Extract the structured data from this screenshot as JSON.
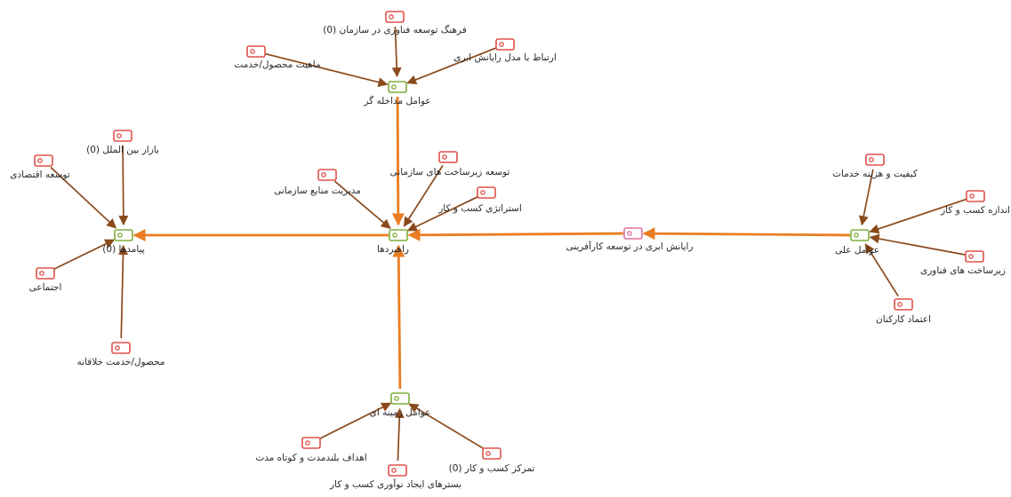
{
  "colors": {
    "code_red": "#e0504a",
    "code_green": "#7fae3d",
    "code_pink": "#e070a0",
    "arrow_brown": "#8a4a1c",
    "arrow_orange": "#ea7d22"
  },
  "nodes": {
    "n_culture": {
      "label": "فرهنگ توسعه فناوری در سازمان (0)",
      "type": "red",
      "icon": "code-icon"
    },
    "n_cloud_link": {
      "label": "ارتباط با مدل رایانش ابری",
      "type": "red",
      "icon": "code-icon"
    },
    "n_product_nature": {
      "label": "ماهیت محصول/خدمت",
      "type": "red",
      "icon": "code-icon"
    },
    "n_intervening": {
      "label": "عوامل مداخله گر",
      "type": "green",
      "icon": "category-icon"
    },
    "n_global_market": {
      "label": "بازار بین الملل (0)",
      "type": "red",
      "icon": "code-icon"
    },
    "n_econ_dev": {
      "label": "توسعه اقتصادی",
      "type": "red",
      "icon": "code-icon"
    },
    "n_outcomes": {
      "label": "پیامدها (0)",
      "type": "green",
      "icon": "category-icon"
    },
    "n_social": {
      "label": "اجتماعی",
      "type": "red",
      "icon": "code-icon"
    },
    "n_creative": {
      "label": "محصول/خدمت خلاقانه",
      "type": "red",
      "icon": "code-icon"
    },
    "n_infra_org": {
      "label": "توسعه زیرساخت های سازمانی",
      "type": "red",
      "icon": "code-icon"
    },
    "n_hr_mgmt": {
      "label": "مدیریت منابع سازمانی",
      "type": "red",
      "icon": "code-icon"
    },
    "n_biz_strategy": {
      "label": "استراتژی کسب و کار",
      "type": "red",
      "icon": "code-icon"
    },
    "n_strategies": {
      "label": "راهبردها",
      "type": "green",
      "icon": "category-icon"
    },
    "n_cloud_core": {
      "label": "رایانش ابری در توسعه کارآفرینی",
      "type": "pink",
      "icon": "core-icon"
    },
    "n_quality": {
      "label": "کیفیت و هزینه خدمات",
      "type": "red",
      "icon": "code-icon"
    },
    "n_biz_size": {
      "label": "اندازه کسب و کار",
      "type": "red",
      "icon": "code-icon"
    },
    "n_causal": {
      "label": "عوامل علی",
      "type": "green",
      "icon": "category-icon"
    },
    "n_tech_infra": {
      "label": "زیرساخت های فناوری",
      "type": "red",
      "icon": "code-icon"
    },
    "n_trust": {
      "label": "اعتماد کارکنان",
      "type": "red",
      "icon": "code-icon"
    },
    "n_context": {
      "label": "عوامل زمینه ای",
      "type": "green",
      "icon": "category-icon"
    },
    "n_long_short": {
      "label": "اهداف بلندمدت و کوتاه مدت",
      "type": "red",
      "icon": "code-icon"
    },
    "n_innovation": {
      "label": "بسترهای ایجاد نوآوری کسب و کار",
      "type": "red",
      "icon": "code-icon"
    },
    "n_biz_focus": {
      "label": "تمرکز کسب و کار (0)",
      "type": "red",
      "icon": "code-icon"
    }
  },
  "edges": [
    {
      "from": "n_culture",
      "to": "n_intervening",
      "style": "thin"
    },
    {
      "from": "n_cloud_link",
      "to": "n_intervening",
      "style": "thin"
    },
    {
      "from": "n_product_nature",
      "to": "n_intervening",
      "style": "thin"
    },
    {
      "from": "n_intervening",
      "to": "n_strategies",
      "style": "thick"
    },
    {
      "from": "n_global_market",
      "to": "n_outcomes",
      "style": "thin"
    },
    {
      "from": "n_econ_dev",
      "to": "n_outcomes",
      "style": "thin"
    },
    {
      "from": "n_social",
      "to": "n_outcomes",
      "style": "thin"
    },
    {
      "from": "n_creative",
      "to": "n_outcomes",
      "style": "thin"
    },
    {
      "from": "n_strategies",
      "to": "n_outcomes",
      "style": "thick"
    },
    {
      "from": "n_infra_org",
      "to": "n_strategies",
      "style": "thin"
    },
    {
      "from": "n_hr_mgmt",
      "to": "n_strategies",
      "style": "thin"
    },
    {
      "from": "n_biz_strategy",
      "to": "n_strategies",
      "style": "thin"
    },
    {
      "from": "n_cloud_core",
      "to": "n_strategies",
      "style": "thick"
    },
    {
      "from": "n_causal",
      "to": "n_cloud_core",
      "style": "thick"
    },
    {
      "from": "n_quality",
      "to": "n_causal",
      "style": "thin"
    },
    {
      "from": "n_biz_size",
      "to": "n_causal",
      "style": "thin"
    },
    {
      "from": "n_tech_infra",
      "to": "n_causal",
      "style": "thin"
    },
    {
      "from": "n_trust",
      "to": "n_causal",
      "style": "thin"
    },
    {
      "from": "n_context",
      "to": "n_strategies",
      "style": "thick"
    },
    {
      "from": "n_long_short",
      "to": "n_context",
      "style": "thin"
    },
    {
      "from": "n_innovation",
      "to": "n_context",
      "style": "thin"
    },
    {
      "from": "n_biz_focus",
      "to": "n_context",
      "style": "thin"
    }
  ]
}
